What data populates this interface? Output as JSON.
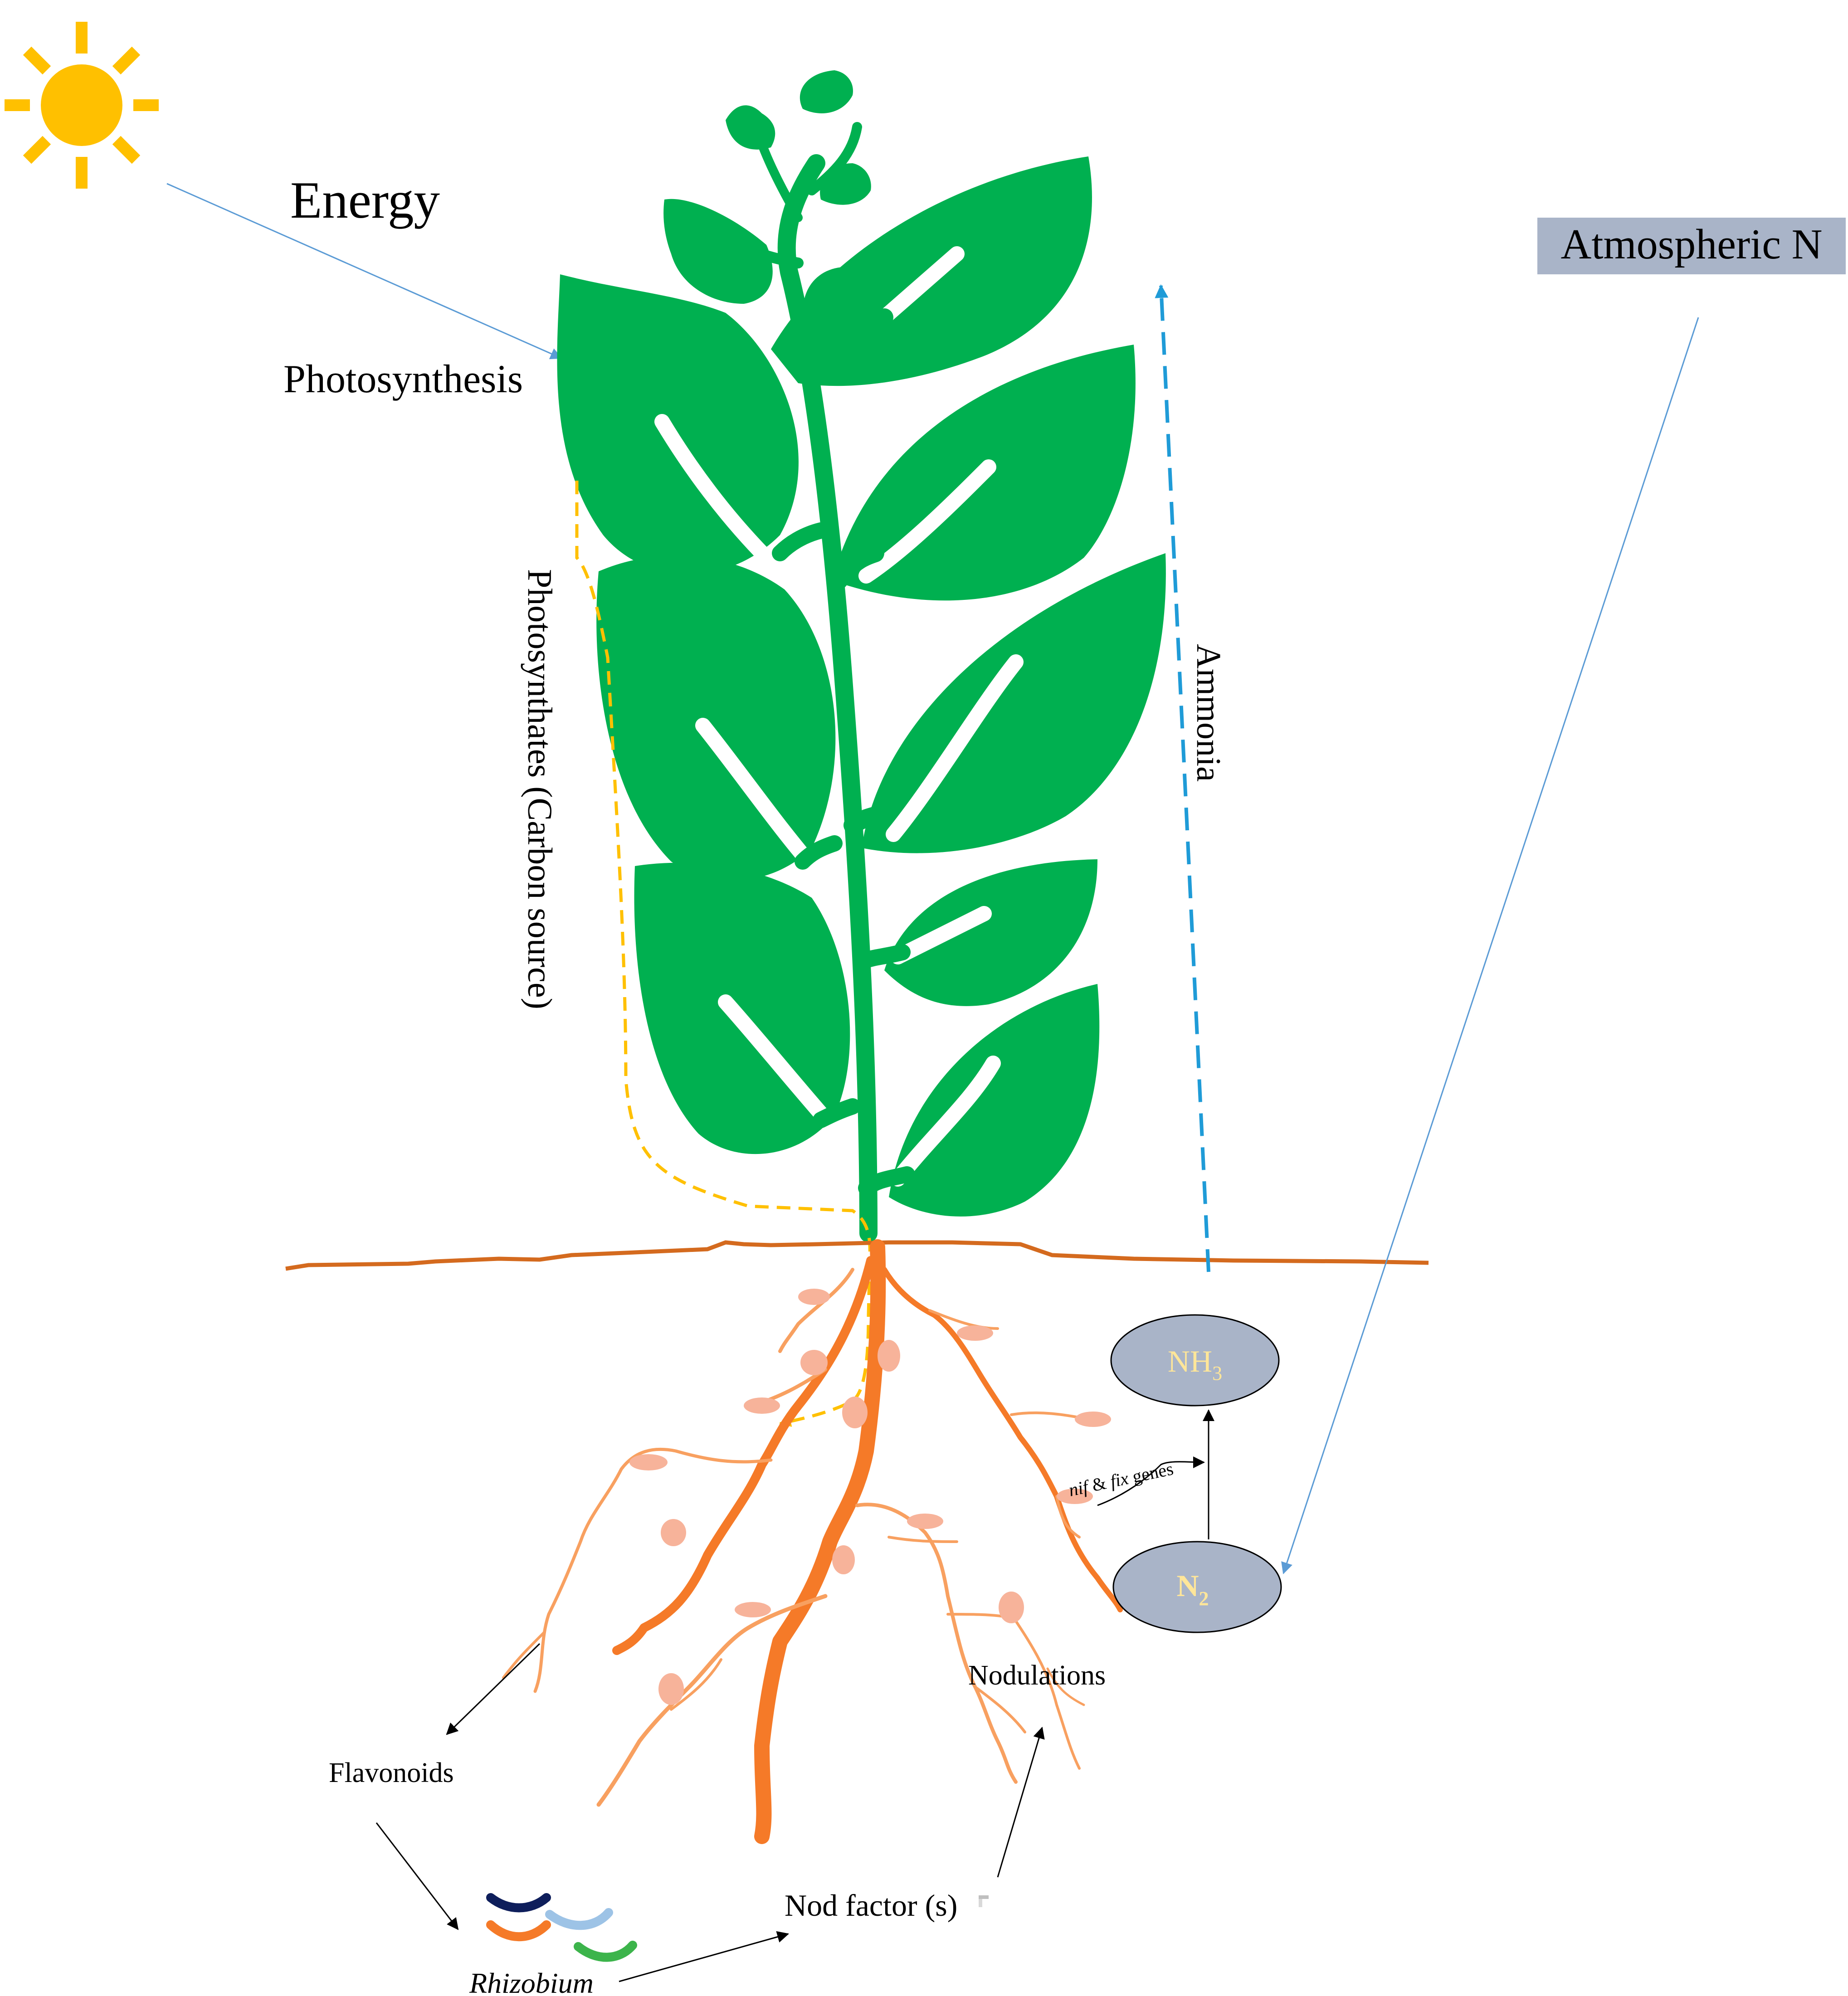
{
  "labels": {
    "energy": "Energy",
    "photosynthesis": "Photosynthesis",
    "photosynthates": "Photosynthates (Carbon source)",
    "ammonia": "Ammonia",
    "atmospheric_n": "Atmospheric N",
    "nh3_base": "NH",
    "nh3_sub": "3",
    "n2_base": "N",
    "n2_sub": "2",
    "nif_1": "nif",
    "nif_2": " & ",
    "nif_3": "fix",
    "nif_4": " genes",
    "nodulations": "Nodulations",
    "flavonoids": "Flavonoids",
    "nod_factor": "Nod factor (s)",
    "rhizobium": "Rhizobium"
  },
  "colors": {
    "sun": "#FFC000",
    "leaf": "#00B050",
    "vein": "#FFFFFF",
    "soil_line": "#D46A1E",
    "root": "#F57A28",
    "root_light": "#F8A060",
    "nodule": "#F7B39A",
    "photosynthate_line": "#FFC000",
    "ammonia_line": "#1F9BD7",
    "energy_arrow": "#5B9BD5",
    "gas_ellipse": "#A9B4C8",
    "gas_label": "#FFE699",
    "atm_box": "#A9B4C8",
    "rhizobium_1": "#0E1E5B",
    "rhizobium_2": "#9DC3E6",
    "rhizobium_3": "#F57A28",
    "rhizobium_4": "#3CB44B"
  }
}
